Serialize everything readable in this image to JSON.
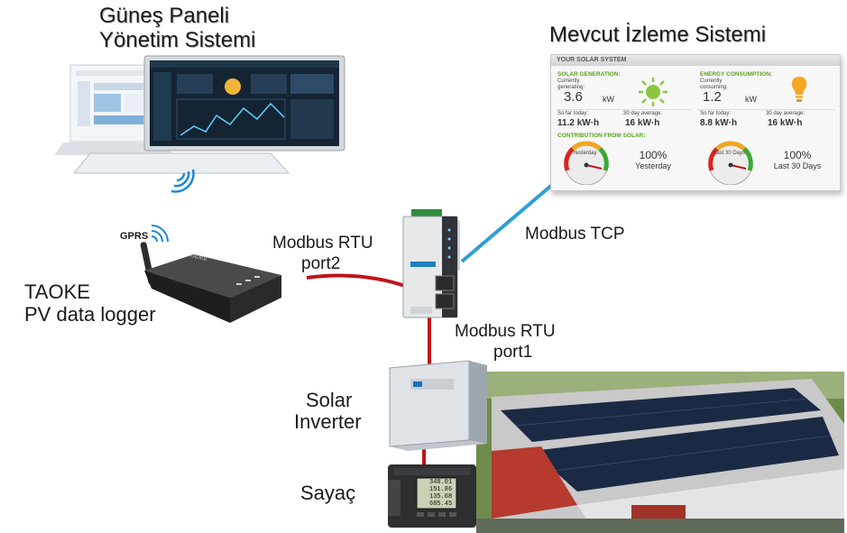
{
  "labels": {
    "management_title_line1": "Güneş Paneli",
    "management_title_line2": "Yönetim Sistemi",
    "monitoring_title": "Mevcut İzleme Sistemi",
    "gprs": "GPRS",
    "logger_brand": "TAOKE",
    "logger_line1": "TAOKE",
    "logger_line2": "PV data logger",
    "modbus_rtu_port2_line1": "Modbus RTU",
    "modbus_rtu_port2_line2": "port2",
    "modbus_tcp": "Modbus TCP",
    "modbus_rtu_port1_line1": "Modbus RTU",
    "modbus_rtu_port1_line2": "port1",
    "inverter_line1": "Solar",
    "inverter_line2": "Inverter",
    "meter": "Sayaç"
  },
  "panel": {
    "header": "YOUR SOLAR SYSTEM",
    "solar_generation": "SOLAR GENERATION:",
    "currently_generating": "Currently generating:",
    "generating_value": "3.6",
    "generating_unit": "kW",
    "energy_consumption": "ENERGY CONSUMPTION:",
    "currently_consuming": "Currently consuming:",
    "consuming_value": "1.2",
    "consuming_unit": "kW",
    "so_far_today": "So far today:",
    "thirty_day_average": "30 day average:",
    "gen_today": "11.2 kW·h",
    "gen_avg": "16  kW·h",
    "con_today": "8.8  kW·h",
    "con_avg": "16  kW·h",
    "contribution": "CONTRIBUTION FROM SOLAR:",
    "gauge1_label": "Yesterday",
    "gauge1_pct": "100%",
    "gauge1_caption": "Yesterday",
    "gauge2_label": "Last 30 Days",
    "gauge2_pct": "100%",
    "gauge2_caption": "Last 30 Days"
  },
  "meter_display": [
    "348.01",
    "151.86",
    "135.68",
    "685.45"
  ],
  "colors": {
    "rs485_line": "#c0141c",
    "tcp_line": "#2e9fd6",
    "panel_green": "#5aa51e",
    "roof_panels": "#1b2a44"
  }
}
